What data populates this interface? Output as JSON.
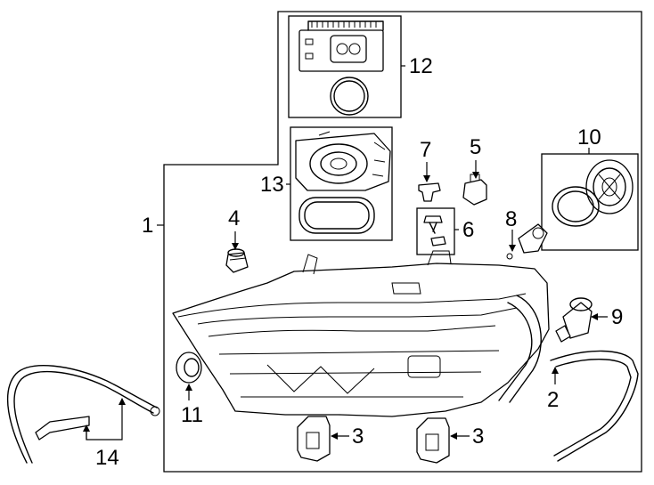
{
  "diagram": {
    "callouts": {
      "c1": "1",
      "c2": "2",
      "c3a": "3",
      "c3b": "3",
      "c4": "4",
      "c5": "5",
      "c6": "6",
      "c7": "7",
      "c8": "8",
      "c9": "9",
      "c10": "10",
      "c11": "11",
      "c12": "12",
      "c13": "13",
      "c14": "14"
    }
  }
}
